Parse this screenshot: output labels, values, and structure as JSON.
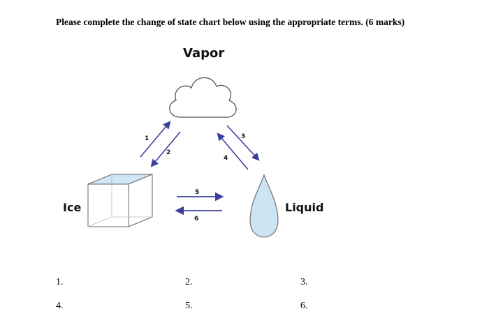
{
  "question": "Please complete the change of state chart below using the appropriate terms. (6 marks)",
  "states": {
    "vapor": "Vapor",
    "ice": "Ice",
    "liquid": "Liquid"
  },
  "arrows": [
    "1",
    "2",
    "3",
    "4",
    "5",
    "6"
  ],
  "answers": [
    "1.",
    "2.",
    "3.",
    "4.",
    "5.",
    "6."
  ],
  "colors": {
    "arrow": "#3a3f9e",
    "ice_top": "#cfe6f5",
    "droplet": "#cde4f2"
  },
  "icons": [
    "cloud-icon",
    "ice-cube-icon",
    "water-drop-icon"
  ]
}
